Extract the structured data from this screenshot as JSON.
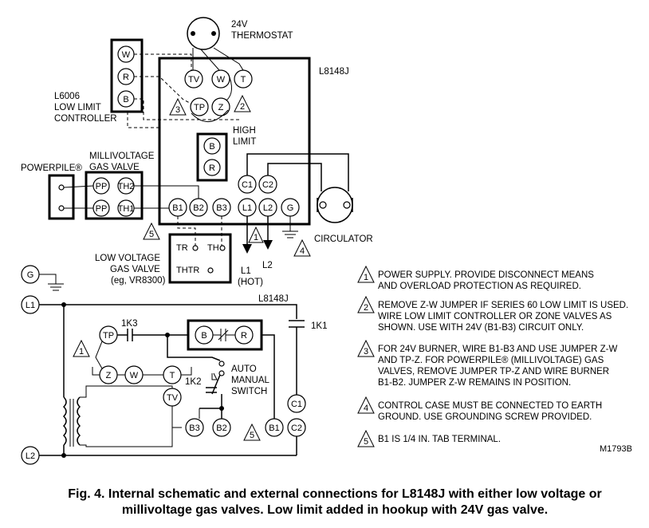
{
  "upper": {
    "thermostat": {
      "label1": "24V",
      "label2": "THERMOSTAT"
    },
    "module": {
      "name": "L8148J"
    },
    "low_limit": {
      "name1": "L6006",
      "name2": "LOW LIMIT",
      "name3": "CONTROLLER",
      "terminals": [
        "W",
        "R",
        "B"
      ]
    },
    "internal_terminals": {
      "tv": "TV",
      "w": "W",
      "t": "T",
      "tp": "TP",
      "z": "Z"
    },
    "high_limit": {
      "label1": "HIGH",
      "label2": "LIMIT",
      "terminals": [
        "B",
        "R"
      ]
    },
    "mv_valve": {
      "label1": "MILLIVOLTAGE",
      "label2": "GAS VALVE",
      "terminals": [
        "PP",
        "TH2",
        "PP",
        "TH1"
      ]
    },
    "powerpile": {
      "label": "POWERPILE®"
    },
    "bottom_terminals": [
      "B1",
      "B2",
      "B3",
      "L1",
      "L2",
      "G"
    ],
    "circ_terminals": [
      "C1",
      "C2"
    ],
    "circulator": {
      "label": "CIRCULATOR"
    },
    "lv_valve": {
      "label1": "LOW VOLTAGE",
      "label2": "GAS VALVE",
      "label3": "(eg, VR8300)",
      "tr": "TR",
      "th": "TH",
      "thtr": "THTR"
    },
    "supply": {
      "l1": "L1",
      "hot": "(HOT)",
      "l2": "L2"
    },
    "markers": [
      "3",
      "2",
      "5",
      "1",
      "4"
    ]
  },
  "lower": {
    "module": "L8148J",
    "ground": "G",
    "line1": "L1",
    "line2": "L2",
    "relay_1k1": "1K1",
    "relay_1k2": "1K2",
    "relay_1k3": "1K3",
    "switch_label1": "AUTO",
    "switch_label2": "MANUAL",
    "switch_label3": "SWITCH",
    "terminals": {
      "tp": "TP",
      "z": "Z",
      "w": "W",
      "t": "T",
      "tv": "TV",
      "b3": "B3",
      "b2": "B2",
      "b1": "B1",
      "c1": "C1",
      "c2": "C2",
      "hl_b": "B",
      "hl_r": "R"
    },
    "markers": [
      "1",
      "5"
    ]
  },
  "notes": [
    {
      "num": "1",
      "lines": [
        "POWER SUPPLY. PROVIDE DISCONNECT MEANS",
        "AND OVERLOAD PROTECTION AS REQUIRED."
      ]
    },
    {
      "num": "2",
      "lines": [
        "REMOVE Z-W JUMPER IF SERIES 60 LOW LIMIT IS USED.",
        "WIRE LOW LIMIT CONTROLLER OR ZONE VALVES AS",
        "SHOWN. USE WITH 24V (B1-B3) CIRCUIT ONLY."
      ]
    },
    {
      "num": "3",
      "lines": [
        "FOR 24V BURNER, WIRE B1-B3 AND USE JUMPER Z-W",
        "AND TP-Z. FOR POWERPILE® (MILLIVOLTAGE) GAS",
        "VALVES, REMOVE JUMPER TP-Z AND WIRE BURNER",
        "B1-B2. JUMPER Z-W REMAINS IN POSITION."
      ]
    },
    {
      "num": "4",
      "lines": [
        "CONTROL CASE MUST BE CONNECTED TO EARTH",
        "GROUND. USE GROUNDING SCREW PROVIDED."
      ]
    },
    {
      "num": "5",
      "lines": [
        "B1 IS 1/4 IN. TAB TERMINAL."
      ]
    }
  ],
  "figure_code": "M1793B",
  "caption": {
    "line1": "Fig. 4. Internal schematic and external connections for L8148J with either low voltage or",
    "line2": "millivoltage gas valves. Low limit added in hookup with 24V gas valve."
  }
}
